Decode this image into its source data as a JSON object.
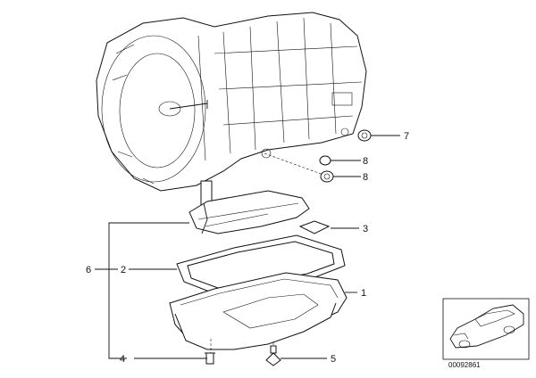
{
  "callouts": {
    "c1": "1",
    "c2": "2",
    "c3": "3",
    "c4": "4",
    "c5": "5",
    "c6": "6",
    "c7": "7",
    "c8a": "8",
    "c8b": "8"
  },
  "catalog_number": "00092861"
}
